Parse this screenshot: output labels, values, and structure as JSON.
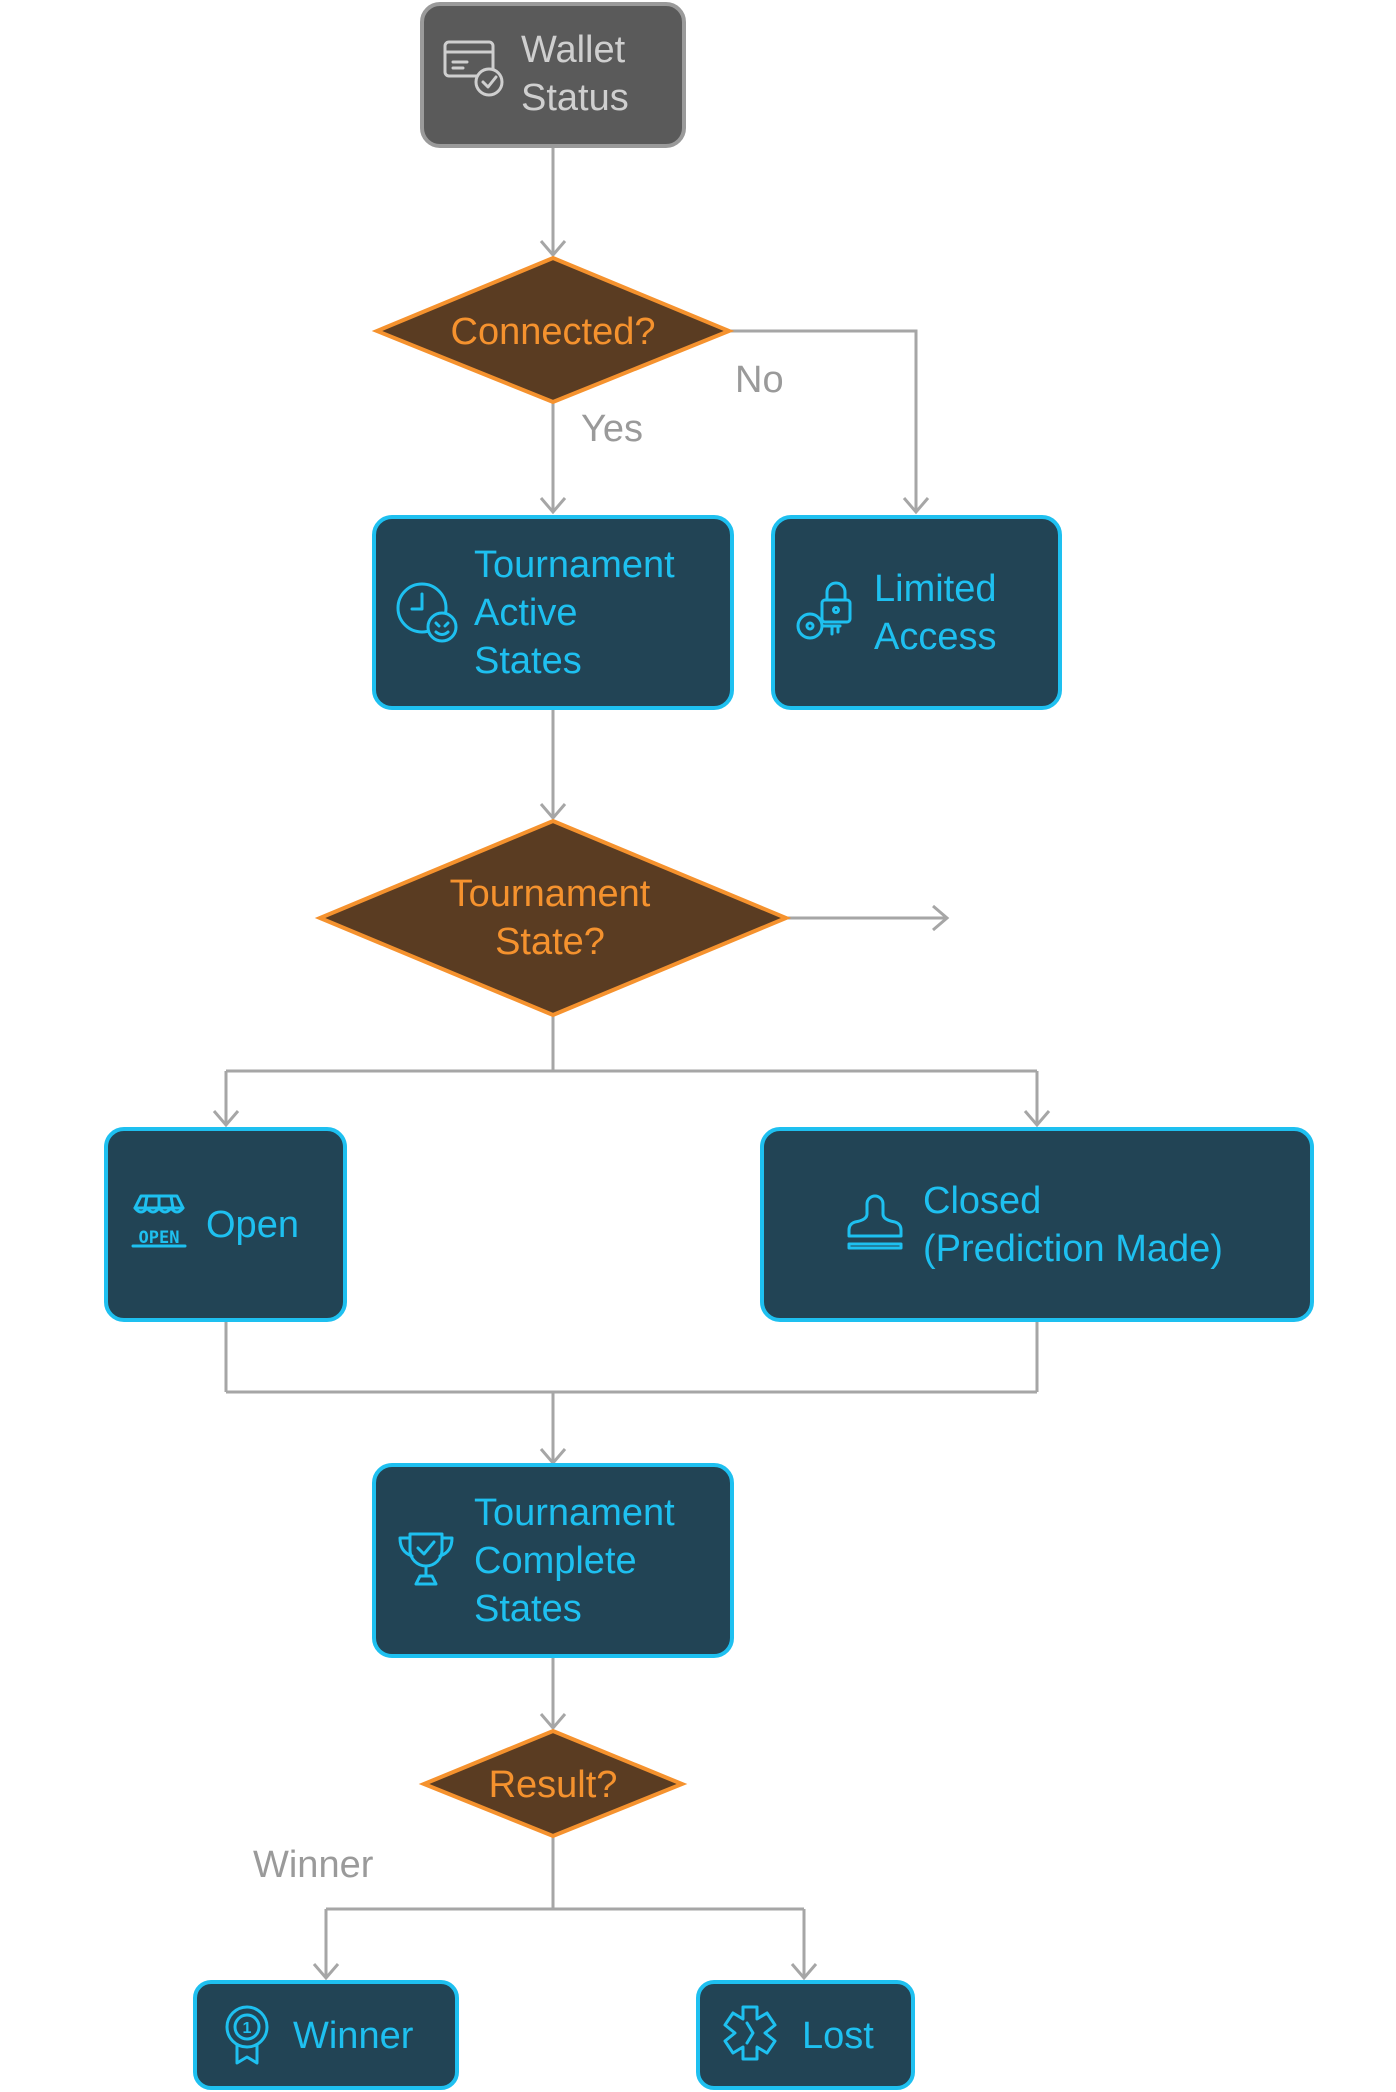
{
  "nodes": {
    "wallet_status": {
      "lines": [
        "Wallet",
        "Status"
      ],
      "icon": "wallet-check-icon"
    },
    "connected": {
      "lines": [
        "Connected?"
      ]
    },
    "tournament_active": {
      "lines": [
        "Tournament",
        "Active",
        "States"
      ],
      "icon": "clock-emoji-icon"
    },
    "limited_access": {
      "lines": [
        "Limited",
        "Access"
      ],
      "icon": "key-lock-icon"
    },
    "tournament_state": {
      "lines": [
        "Tournament",
        "State?"
      ]
    },
    "open": {
      "lines": [
        "Open"
      ],
      "icon": "open-sign-icon"
    },
    "closed": {
      "lines": [
        "Closed",
        "(Prediction Made)"
      ],
      "icon": "stamp-icon"
    },
    "tournament_complete": {
      "lines": [
        "Tournament",
        "Complete",
        "States"
      ],
      "icon": "trophy-check-icon"
    },
    "result": {
      "lines": [
        "Result?"
      ]
    },
    "winner": {
      "lines": [
        "Winner"
      ],
      "icon": "medal-icon"
    },
    "lost": {
      "lines": [
        "Lost"
      ],
      "icon": "broken-badge-icon"
    }
  },
  "edge_labels": {
    "yes": "Yes",
    "no": "No",
    "winner": "Winner"
  },
  "colors": {
    "process_fill": "#224455",
    "process_stroke": "#1ec0f0",
    "decision_fill": "#5a3c22",
    "decision_stroke": "#f5922e",
    "start_fill": "#5a5a5a",
    "connector": "#a6a6a6"
  }
}
